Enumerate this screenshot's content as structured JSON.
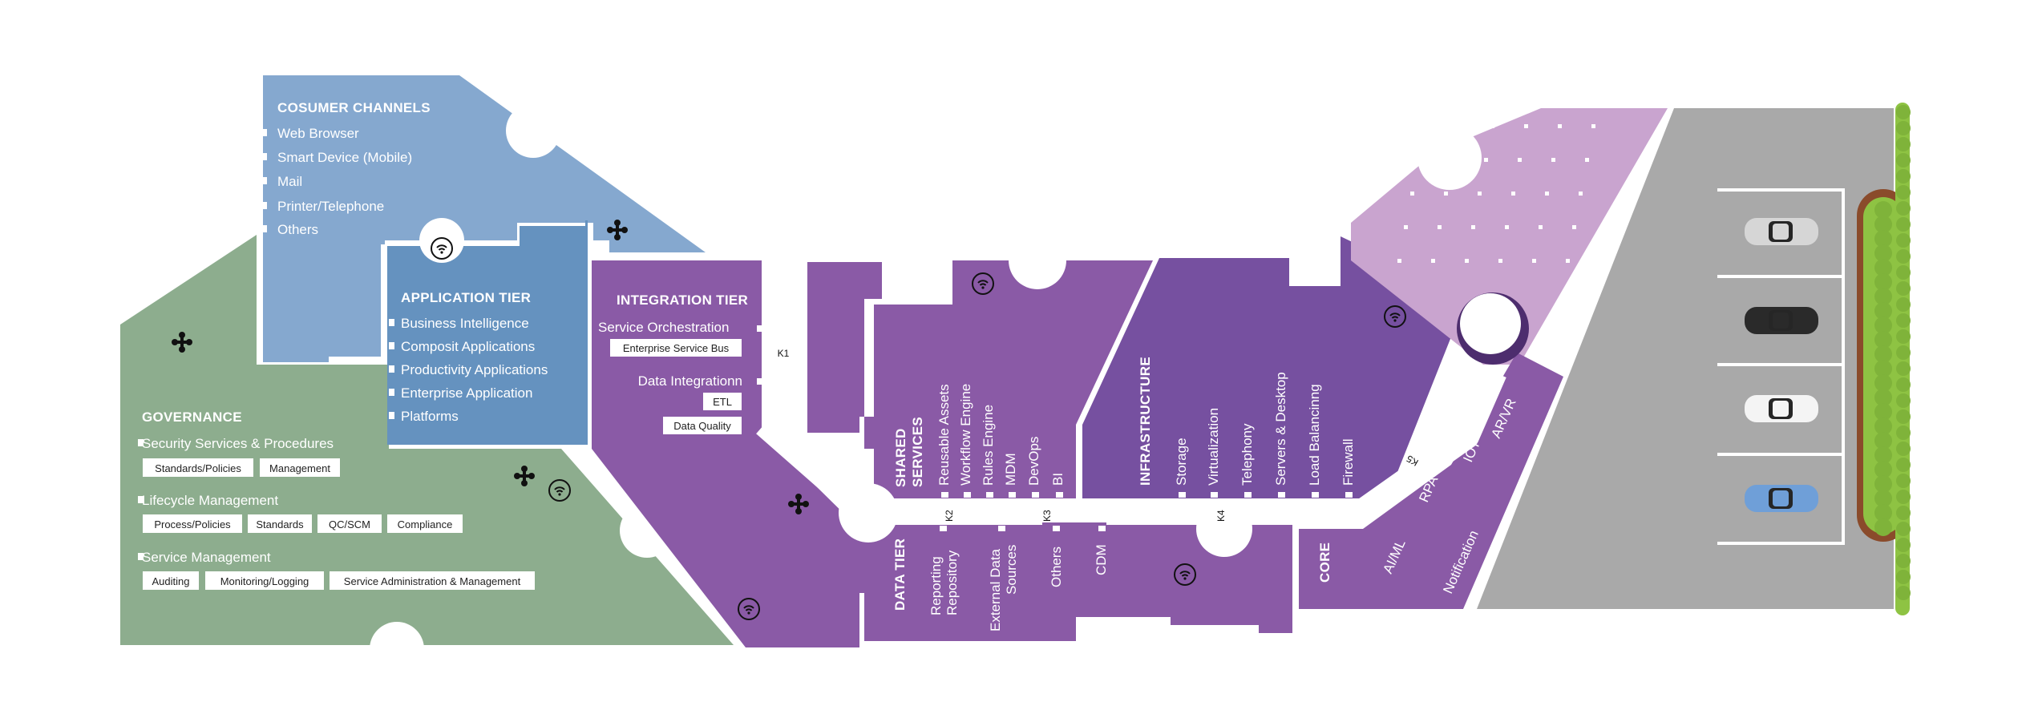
{
  "colors": {
    "consumer": "#85a8cf",
    "application": "#6592bf",
    "governance": "#8dad8e",
    "purple": "#8a5aa6",
    "purple_dark": "#7650a0",
    "lilac": "#c9a4cf",
    "road": "#a9a9a9",
    "hedge": "#8ec343",
    "soil": "#8a4b2b"
  },
  "consumer_channels": {
    "title": "COSUMER CHANNELS",
    "items": [
      "Web Browser",
      "Smart Device (Mobile)",
      "Mail",
      "Printer/Telephone",
      "Others"
    ]
  },
  "application_tier": {
    "title": "APPLICATION TIER",
    "items": [
      "Business Intelligence",
      "Composit Applications",
      "Productivity Applications",
      "Enterprise Application",
      "Platforms"
    ]
  },
  "integration_tier": {
    "title": "INTEGRATION TIER",
    "service_orchestration": "Service Orchestration",
    "esb": "Enterprise Service Bus",
    "data_integration": "Data Integrationn",
    "etl": "ETL",
    "data_quality": "Data Quality"
  },
  "governance": {
    "title": "GOVERNANCE",
    "security": "Security Services & Procedures",
    "security_boxes": [
      "Standards/Policies",
      "Management"
    ],
    "lifecycle": "Lifecycle Management",
    "lifecycle_boxes": [
      "Process/Policies",
      "Standards",
      "QC/SCM",
      "Compliance"
    ],
    "service": "Service Management",
    "service_boxes": [
      "Auditing",
      "Monitoring/Logging",
      "Service Administration & Management"
    ]
  },
  "shared_services": {
    "title_line1": "SHARED",
    "title_line2": "SERVICES",
    "items": [
      "Reusable Assets",
      "Workflow Engine",
      "Rules Engine",
      "MDM",
      "DevOps",
      "BI"
    ]
  },
  "infrastructure": {
    "title": "INFRASTRUCTURE",
    "items": [
      "Storage",
      "Virtualization",
      "Telephony",
      "Servers & Desktop",
      "Load Balancinng",
      "Firewall"
    ]
  },
  "data_tier": {
    "title": "DATA TIER",
    "reporting_l1": "Reporting",
    "reporting_l2": "Repository",
    "external_l1": "External Data",
    "external_l2": "Sources",
    "others": "Others",
    "cdm": "CDM"
  },
  "core": {
    "title": "CORE",
    "items": [
      "AI/ML",
      "Notification",
      "RPA",
      "IOT",
      "AR/VR"
    ]
  },
  "markers": [
    "K1",
    "K2",
    "K3",
    "K4",
    "K5"
  ]
}
